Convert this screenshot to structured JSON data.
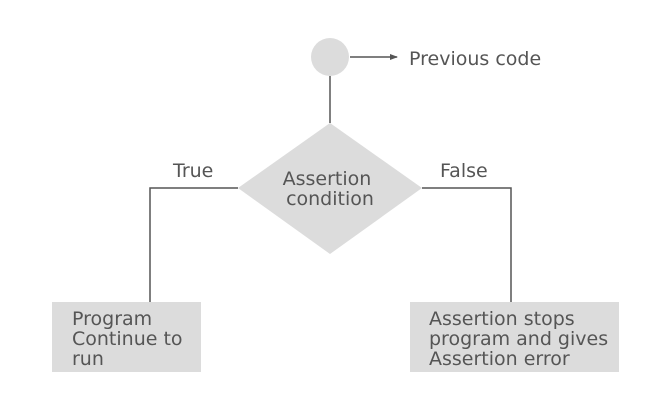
{
  "diagram": {
    "start_note": "Previous code",
    "decision": {
      "lines": [
        "Assertion",
        "condition"
      ]
    },
    "true_label": "True",
    "false_label": "False",
    "true_box": {
      "lines": [
        "Program",
        "Continue to",
        "run"
      ]
    },
    "false_box": {
      "lines": [
        "Assertion stops",
        "program and gives",
        "Assertion error"
      ]
    },
    "colors": {
      "shape_fill": "#dcdcdc",
      "line": "#555555",
      "text": "#555555"
    }
  }
}
